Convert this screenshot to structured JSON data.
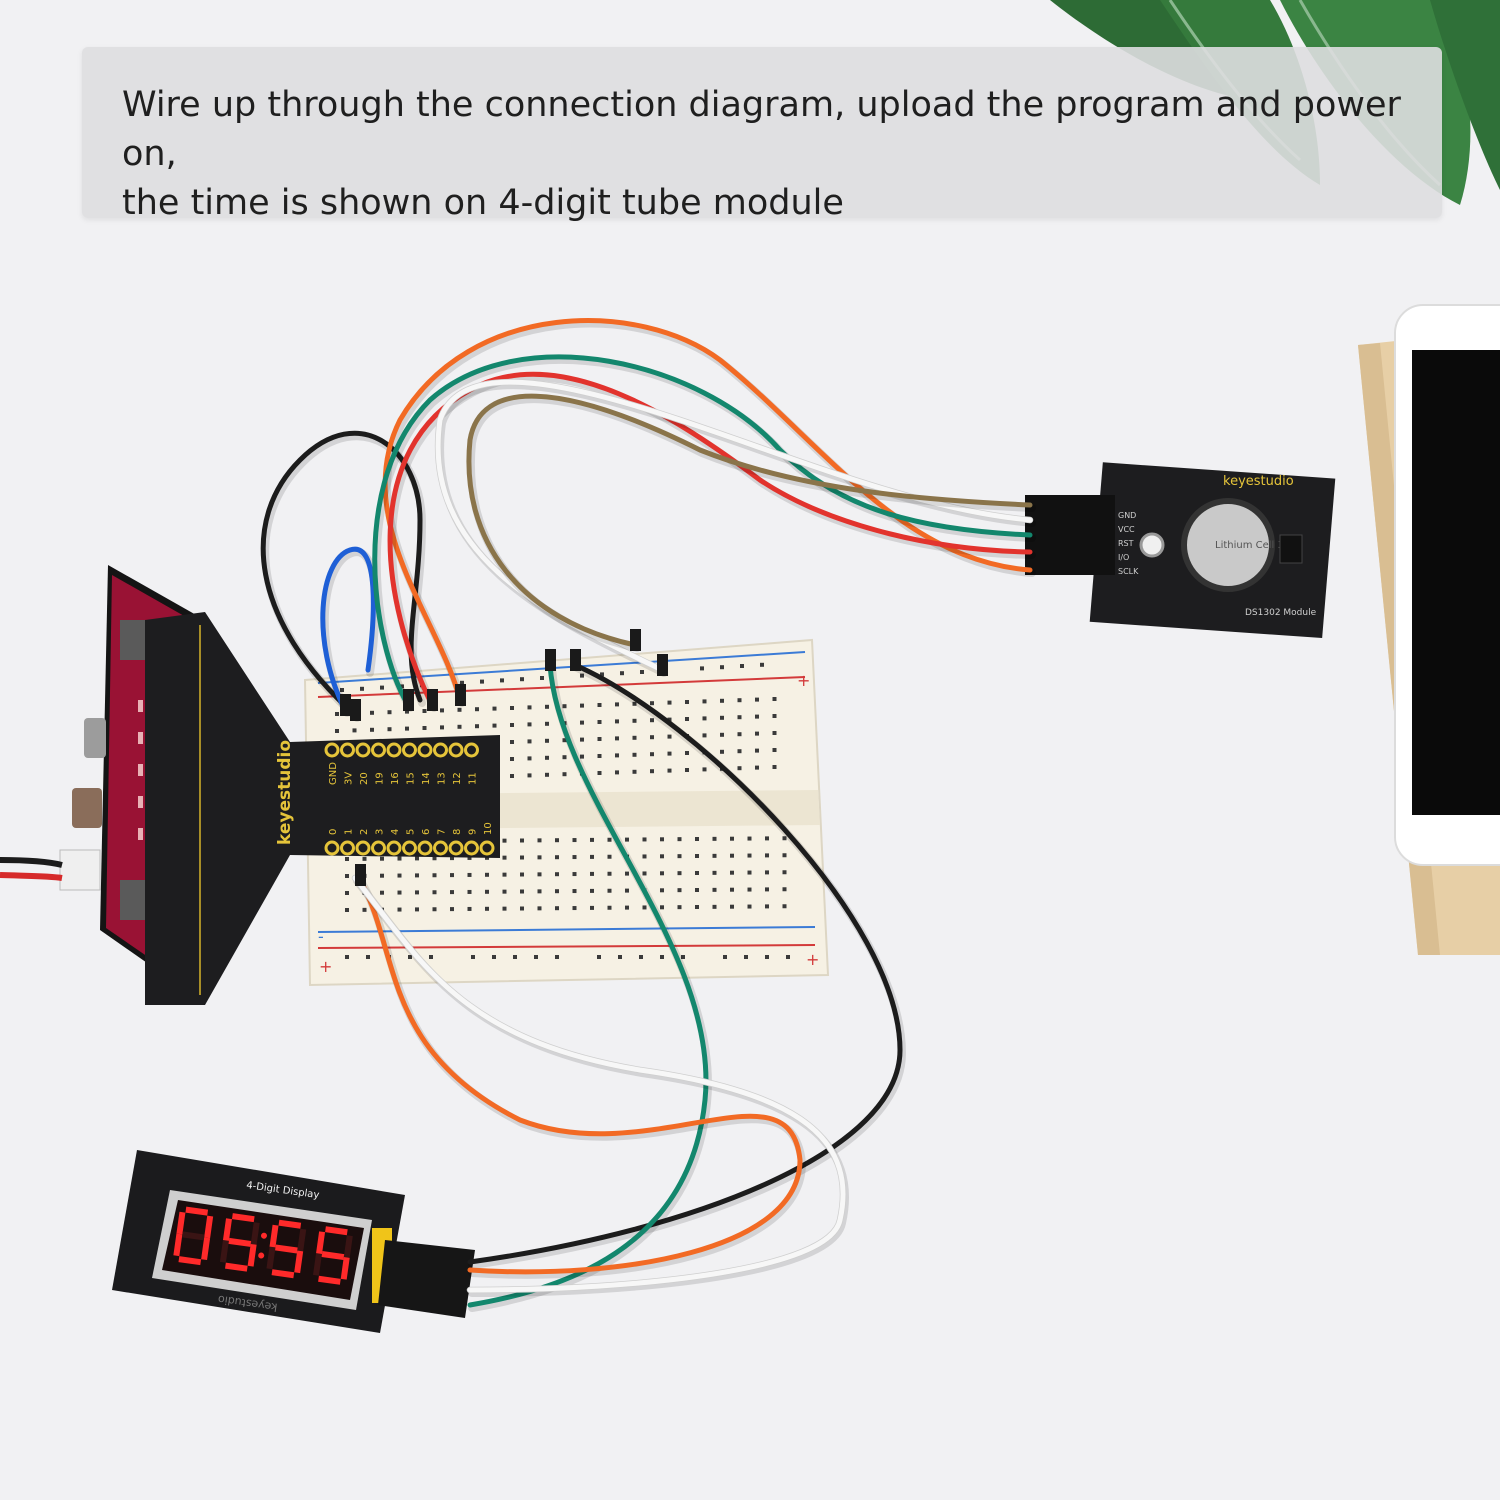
{
  "caption": {
    "text": "Wire up through the connection diagram, upload the program and power on,\nthe time is shown on 4-digit tube module"
  },
  "breakout": {
    "brand": "keyestudio",
    "pins_top": [
      "GND",
      "3V",
      "20",
      "19",
      "16",
      "15",
      "14",
      "13",
      "12",
      "11"
    ],
    "pins_bottom": [
      "0",
      "1",
      "2",
      "3",
      "4",
      "5",
      "6",
      "7",
      "8",
      "9",
      "10"
    ]
  },
  "rtc_module": {
    "brand": "keyestudio",
    "name": "DS1302 Module",
    "pins": [
      "GND",
      "VCC",
      "RST",
      "I/O",
      "SCLK"
    ],
    "battery": "Lithium Cell 3V"
  },
  "display_module": {
    "label": "4-Digit Display",
    "brand": "keyestudio",
    "digits": "0555"
  },
  "breadboard": {
    "plus": "+",
    "minus": "-"
  },
  "colors": {
    "background": "#f1f1f3",
    "wire_orange": "#f26a24",
    "wire_green": "#13876d",
    "wire_red": "#e2332d",
    "wire_white": "#f7f7f7",
    "wire_black": "#1c1c1c",
    "wire_brown": "#8a744a",
    "wire_blue": "#1e5fd6",
    "pcb_black": "#1d1d1f",
    "digit_red": "#ff2a2a"
  }
}
